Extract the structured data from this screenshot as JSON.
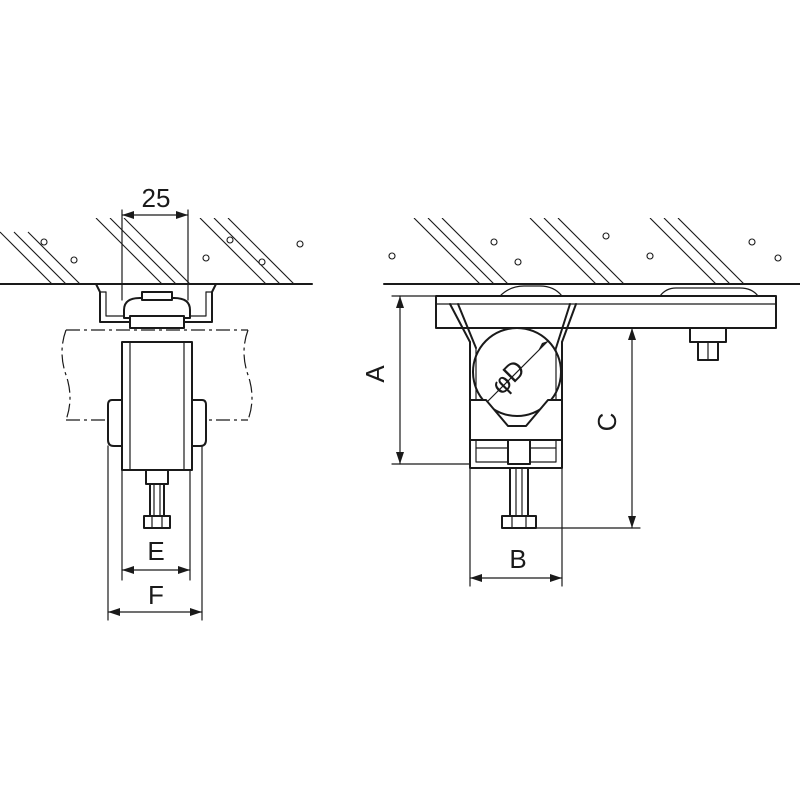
{
  "labels": {
    "width_25": "25",
    "dim_e": "E",
    "dim_f": "F",
    "dim_a": "A",
    "dim_b": "B",
    "dim_c": "C",
    "dim_d": "φD"
  }
}
